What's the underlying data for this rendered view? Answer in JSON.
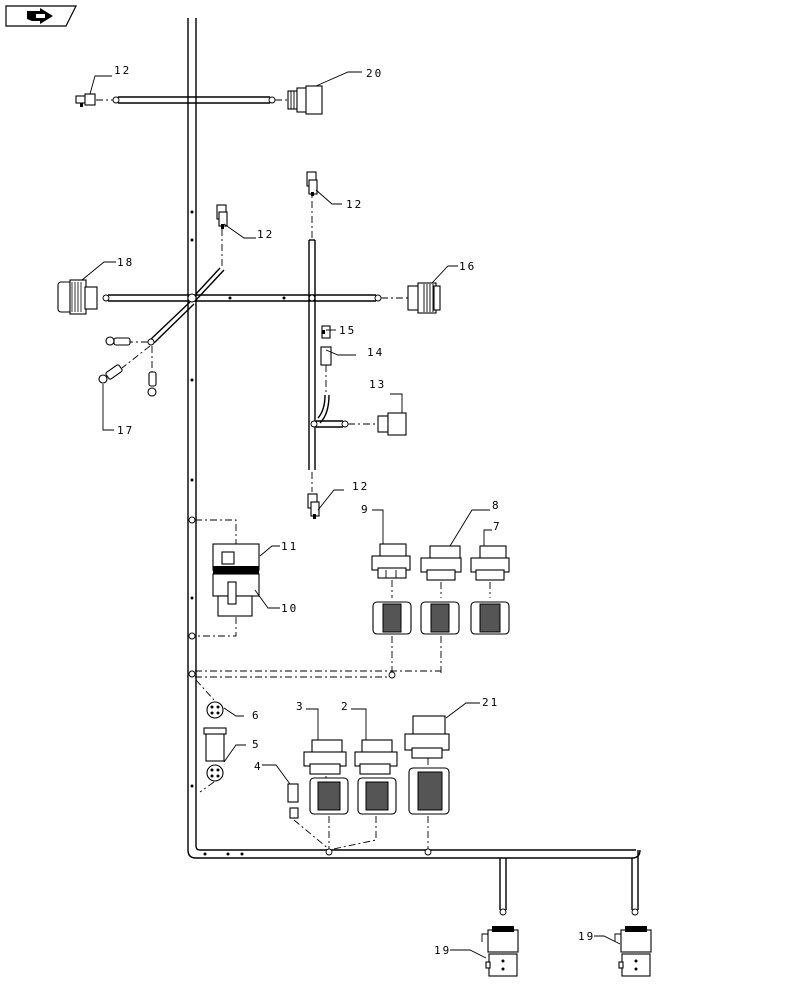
{
  "nav": {
    "icon": "back-arrow-icon"
  },
  "callouts": {
    "c12a": "12",
    "c20": "20",
    "c12b": "12",
    "c12c": "12",
    "c18": "18",
    "c16": "16",
    "c15": "15",
    "c14": "14",
    "c13": "13",
    "c17": "17",
    "c12d": "12",
    "c9": "9",
    "c8": "8",
    "c7": "7",
    "c11": "11",
    "c10": "10",
    "c6": "6",
    "c5": "5",
    "c4": "4",
    "c3": "3",
    "c2": "2",
    "c21": "21",
    "c19a": "19",
    "c19b": "19"
  }
}
